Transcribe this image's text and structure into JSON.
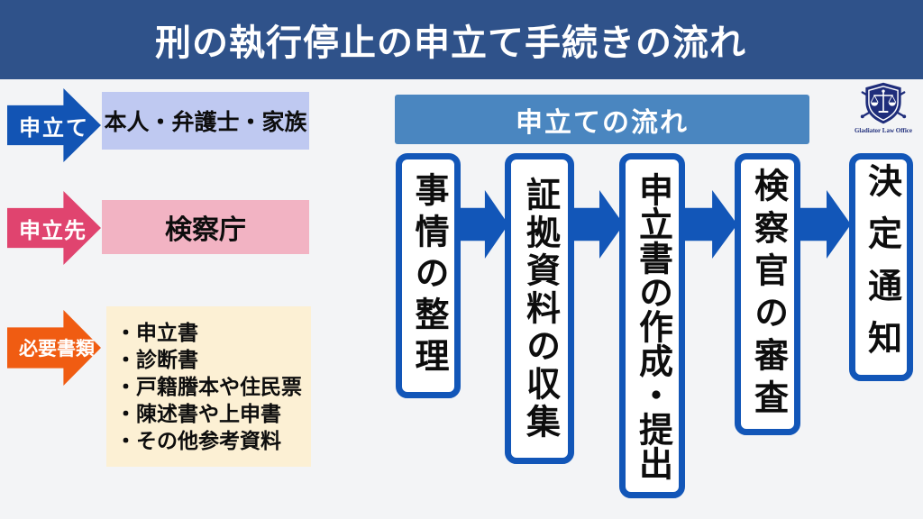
{
  "title": "刑の執行停止の申立て手続きの流れ",
  "colors": {
    "header_bg": "#2f528a",
    "flow_header_bg": "#4a86c0",
    "flow_blue": "#1256b8",
    "left_arrow_blue": "#1254b4",
    "pink_arrow": "#e0446f",
    "pink_box": "#f2b3c3",
    "lavender_box": "#bfc9f1",
    "orange_arrow": "#f05c12",
    "cream_box": "#fcf0d4",
    "background": "#f3f4f6",
    "logo_navy": "#1f2d7b"
  },
  "left_panel": {
    "rows": [
      {
        "arrow_label": "申立て",
        "box_text": "本人・弁護士・家族"
      },
      {
        "arrow_label": "申立先",
        "box_text": "検察庁"
      },
      {
        "arrow_label": "必要書類",
        "box_items": [
          "・申立書",
          "・診断書",
          "・戸籍謄本や住民票",
          "・陳述書や上申書",
          "・その他参考資料"
        ]
      }
    ]
  },
  "flow_panel": {
    "header": "申立ての流れ",
    "steps": [
      {
        "label": "事情の整理"
      },
      {
        "label": "証拠資料の収集"
      },
      {
        "label": "申立書の作成・提出"
      },
      {
        "label": "検察官の審査"
      },
      {
        "label": "決定通知"
      }
    ]
  },
  "logo": {
    "caption": "Gladiator Law Office"
  }
}
